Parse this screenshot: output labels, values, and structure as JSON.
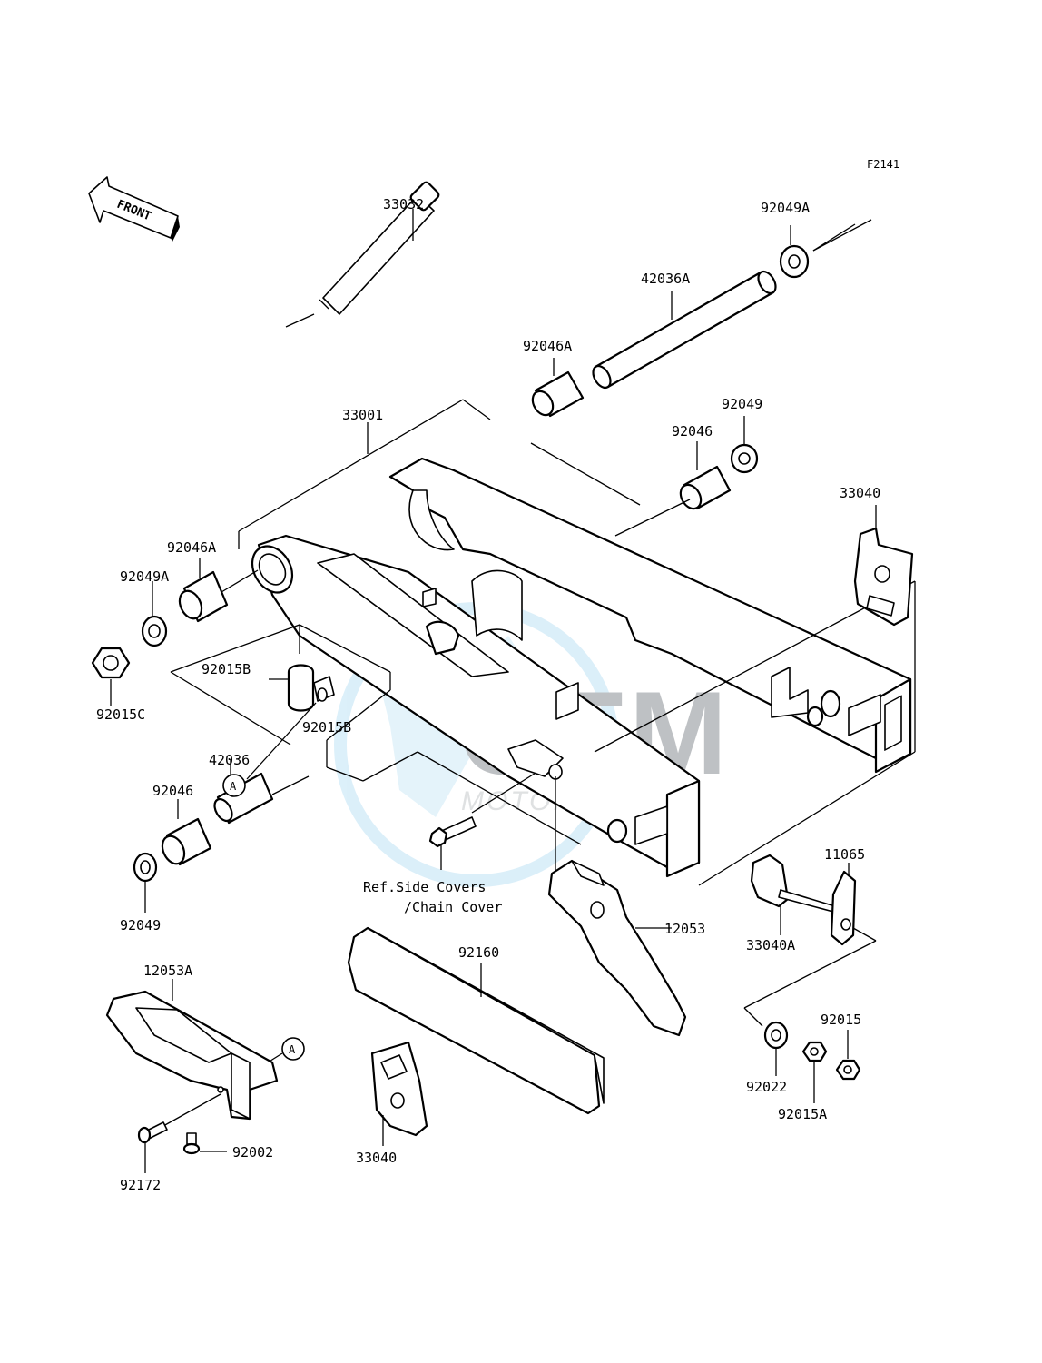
{
  "figure_code": "F2141",
  "front_marker": "FRONT",
  "watermark": {
    "brand": "OEM",
    "sub": "MOTORPARTS"
  },
  "callout_a": "A",
  "labels": {
    "p33032": "33032",
    "p92049A_top": "92049A",
    "p42036A": "42036A",
    "p92046A_top": "92046A",
    "p33001": "33001",
    "p92049_top": "92049",
    "p92046_top": "92046",
    "p33040_top": "33040",
    "p92046A_left": "92046A",
    "p92049A_left": "92049A",
    "p92015B_1": "92015B",
    "p92015C": "92015C",
    "p92015B_2": "92015B",
    "p42036": "42036",
    "p92046_left": "92046",
    "p92049_left": "92049",
    "ref_line1": "Ref.Side Covers",
    "ref_line2": "/Chain Cover",
    "p11065": "11065",
    "p33040A": "33040A",
    "p12053": "12053",
    "p92160": "92160",
    "p12053A": "12053A",
    "p92015": "92015",
    "p92022": "92022",
    "p92015A": "92015A",
    "p33040_bottom": "33040",
    "p92002": "92002",
    "p92172": "92172"
  }
}
